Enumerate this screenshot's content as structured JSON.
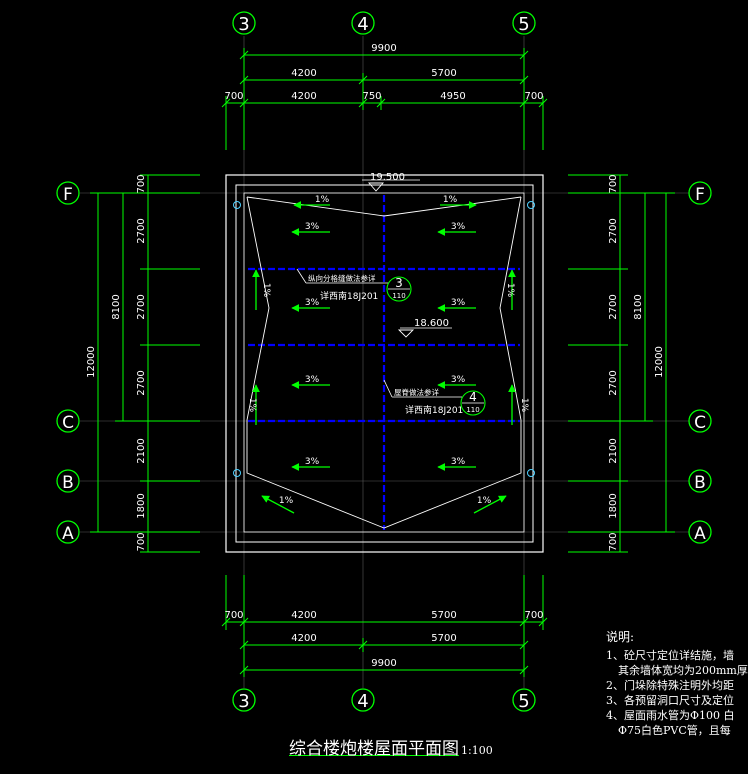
{
  "axes": {
    "vertical": [
      "3",
      "4",
      "5"
    ],
    "horizontal": [
      "F",
      "C",
      "B",
      "A"
    ]
  },
  "dimensions": {
    "top_total": "9900",
    "top_row2": [
      "4200",
      "5700"
    ],
    "top_row3": [
      "700",
      "4200",
      "750",
      "4950",
      "700"
    ],
    "bottom_row1": [
      "700",
      "4200",
      "5700",
      "700"
    ],
    "bottom_row2": [
      "4200",
      "5700"
    ],
    "bottom_total": "9900",
    "left_outer": "12000",
    "left_mid": "8100",
    "left_inner": [
      "700",
      "2700",
      "2700",
      "2700",
      "2100",
      "1800",
      "700"
    ],
    "right_outer": "12000",
    "right_mid": "8100",
    "right_inner": [
      "700",
      "2700",
      "2700",
      "2700",
      "2100",
      "1800",
      "700"
    ]
  },
  "roof": {
    "elev_top": "19.500",
    "elev_center": "18.600",
    "slope_main": "3%",
    "slope_gutter": "1%",
    "ref1_text": "纵向分格缝做法参详",
    "ref1_atlas": "详西南18J201",
    "ref1_num": "3",
    "ref1_page": "110",
    "ref2_text": "屋脊做法参详",
    "ref2_atlas": "详西南18J201",
    "ref2_num": "4",
    "ref2_page": "110"
  },
  "notes": {
    "header": "说明:",
    "line1": "1、砼尺寸定位详结施，墙",
    "line2": "其余墙体宽均为200mm厚",
    "line3": "2、门垛除特殊注明外均距",
    "line4": "3、各预留洞口尺寸及定位",
    "line5": "4、屋面雨水管为Φ100 白",
    "line6": "Φ75白色PVC管，且每"
  },
  "title": {
    "main": "综合楼炮楼屋面平面图",
    "scale": "1:100"
  },
  "colors": {
    "axis": "#00ff00",
    "line": "#ffffff",
    "grid": "#0000ff",
    "background": "#000000"
  }
}
